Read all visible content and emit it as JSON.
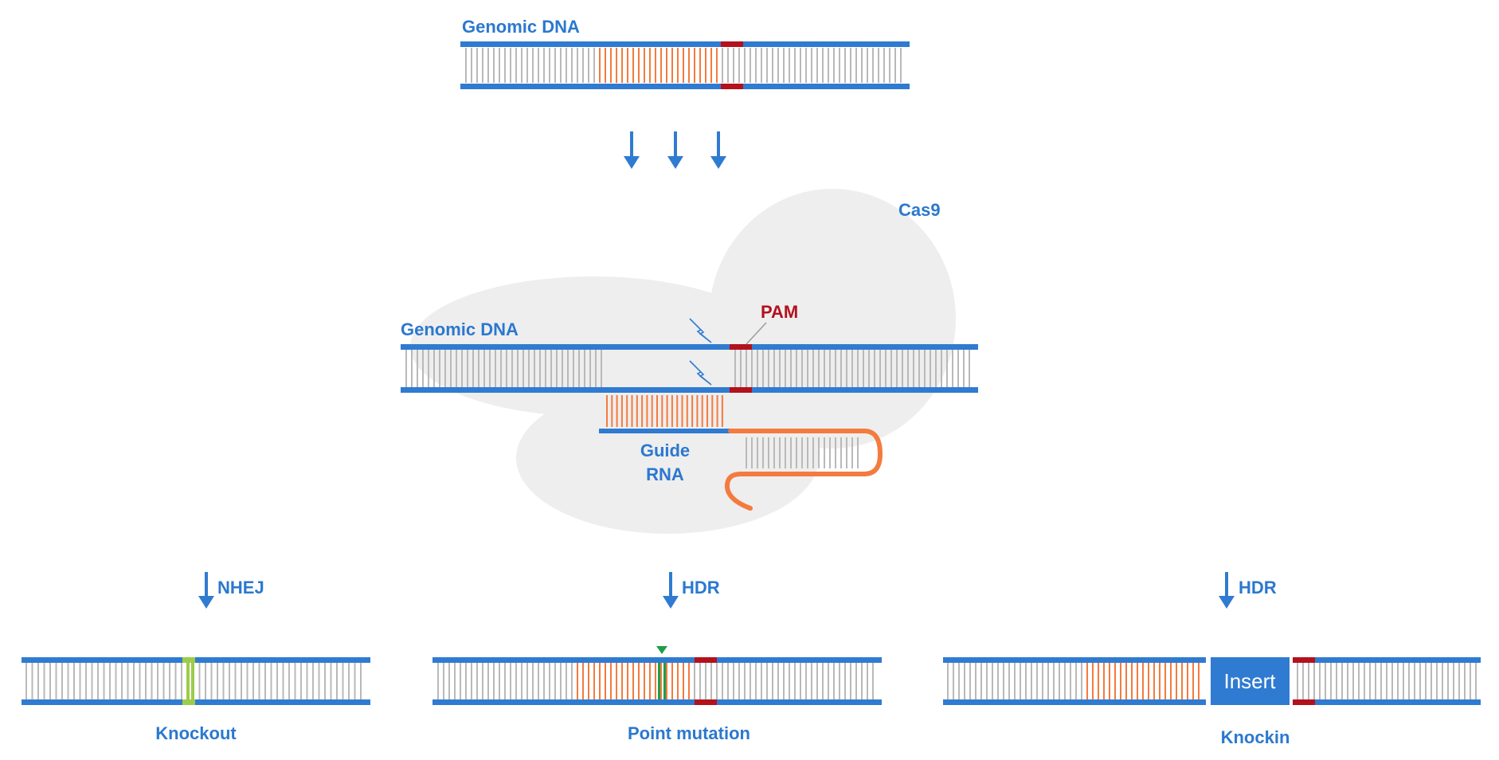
{
  "colors": {
    "strand": "#2f7bd1",
    "rung": "#b9b9b9",
    "target_rung": "#f37b3f",
    "pam": "#b3111c",
    "cas9_body": "#eeeeee",
    "guide_rna": "#f37b3f",
    "knockout_mark": "#9ccc4a",
    "mutation_mark": "#1f9e4a",
    "insert_box": "#2f7bd1",
    "label": "#2b78cf"
  },
  "top": {
    "label": "Genomic DNA"
  },
  "complex": {
    "protein_label": "Cas9",
    "dna_label": "Genomic DNA",
    "pam_label": "PAM",
    "guide_label_line1": "Guide",
    "guide_label_line2": "RNA",
    "cut_icon": "lightning-bolt-icon"
  },
  "outcomes": [
    {
      "pathway": "NHEJ",
      "result": "Knockout"
    },
    {
      "pathway": "HDR",
      "result": "Point mutation"
    },
    {
      "pathway": "HDR",
      "result": "Knockin",
      "insert_label": "Insert"
    }
  ]
}
